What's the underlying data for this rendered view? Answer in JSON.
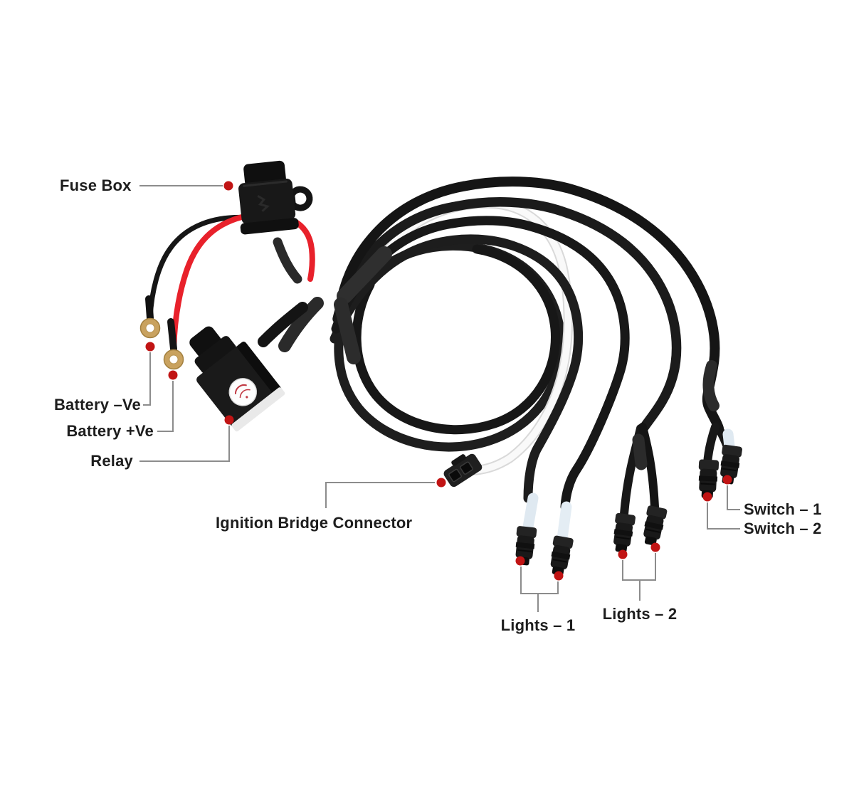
{
  "labels": {
    "fuse_box": "Fuse Box",
    "battery_negative": "Battery –Ve",
    "battery_positive": "Battery +Ve",
    "relay": "Relay",
    "ignition_bridge_connector": "Ignition Bridge Connector",
    "lights_1": "Lights – 1",
    "lights_2": "Lights – 2",
    "switch_1": "Switch – 1",
    "switch_2": "Switch – 2"
  },
  "colors": {
    "background": "#ffffff",
    "label_text": "#1d1d1d",
    "callout_dot": "#c11414",
    "callout_line": "#8c8c8c",
    "cable_black": "#1a1a1a",
    "cable_white": "#f7f7f7",
    "heat_shrink": "#2e2e2e",
    "wire_red": "#e8212b",
    "ring_terminal_brass": "#c9a25f",
    "connector_sleeve": "#dfe9f1",
    "relay_sticker": "#fdfdfd"
  }
}
